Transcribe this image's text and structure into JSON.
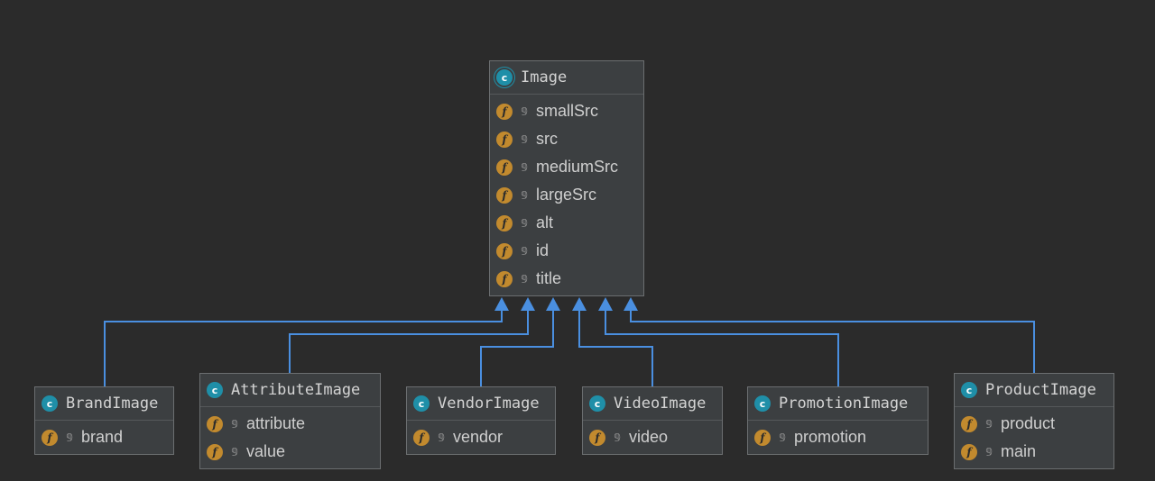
{
  "diagram": {
    "parent": {
      "name": "Image",
      "icon": "abstract-class-icon",
      "fields": [
        "smallSrc",
        "src",
        "mediumSrc",
        "largeSrc",
        "alt",
        "id",
        "title"
      ]
    },
    "children": [
      {
        "name": "BrandImage",
        "fields": [
          "brand"
        ]
      },
      {
        "name": "AttributeImage",
        "fields": [
          "attribute",
          "value"
        ]
      },
      {
        "name": "VendorImage",
        "fields": [
          "vendor"
        ]
      },
      {
        "name": "VideoImage",
        "fields": [
          "video"
        ]
      },
      {
        "name": "PromotionImage",
        "fields": [
          "promotion"
        ]
      },
      {
        "name": "ProductImage",
        "fields": [
          "product",
          "main"
        ]
      }
    ],
    "class_icon_letter": "c",
    "field_icon_letter": "f",
    "field_visibility_icon": "private-lock-icon",
    "colors": {
      "background": "#2b2b2b",
      "box": "#3c3f41",
      "connector": "#4a8fe0",
      "class_icon": "#1f8fa8",
      "field_icon": "#c28a2e"
    }
  }
}
